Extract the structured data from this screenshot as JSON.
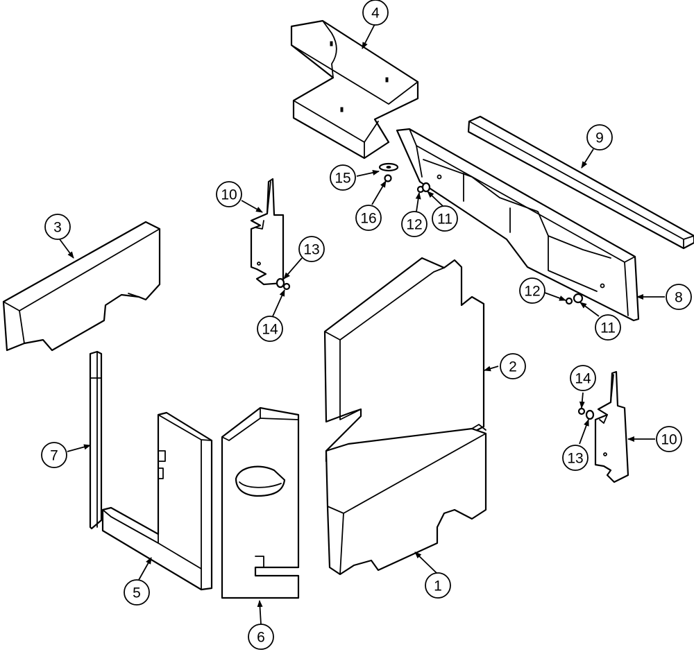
{
  "callouts": {
    "c1": "1",
    "c2": "2",
    "c3": "3",
    "c4": "4",
    "c5": "5",
    "c6": "6",
    "c7": "7",
    "c8": "8",
    "c9": "9",
    "c10a": "10",
    "c10b": "10",
    "c11a": "11",
    "c11b": "11",
    "c12a": "12",
    "c12b": "12",
    "c13a": "13",
    "c13b": "13",
    "c14a": "14",
    "c14b": "14",
    "c15": "15",
    "c16": "16"
  },
  "colors": {
    "line": "#000000",
    "background": "#ffffff"
  }
}
